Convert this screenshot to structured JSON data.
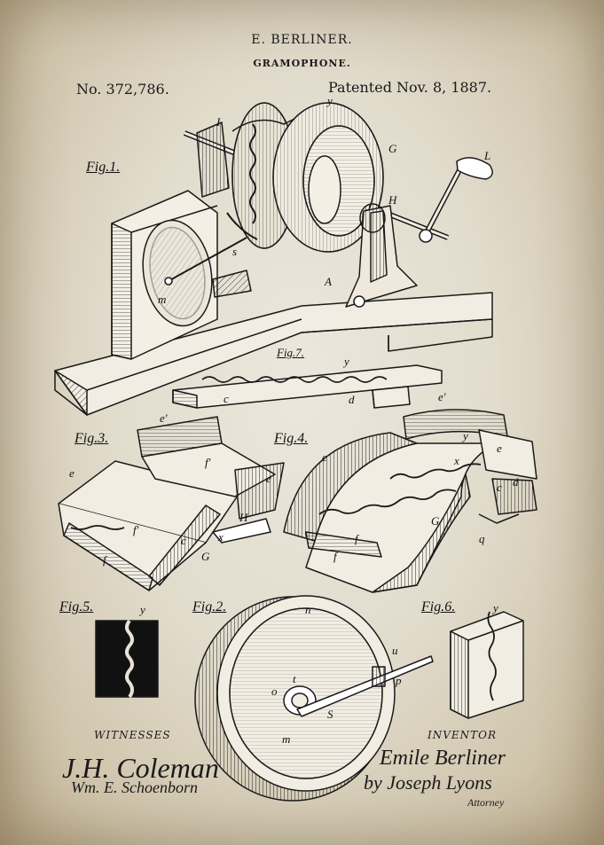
{
  "header": {
    "inventor_name": "E. BERLINER.",
    "title": "GRAMOPHONE.",
    "patent_number": "No. 372,786.",
    "patent_date": "Patented Nov. 8, 1887."
  },
  "figure_labels": {
    "fig1": "Fig.1.",
    "fig2": "Fig.2.",
    "fig3": "Fig.3.",
    "fig4": "Fig.4.",
    "fig5": "Fig.5.",
    "fig6": "Fig.6.",
    "fig7": "Fig.7."
  },
  "letters": {
    "f1_I": "I",
    "f1_y": "y",
    "f1_G": "G",
    "f1_L": "L",
    "f1_H": "H",
    "f1_s": "s",
    "f1_A": "A",
    "f1_m": "m",
    "f7_y": "y",
    "f7_c": "c",
    "f7_d": "d",
    "f3_e1": "e'",
    "f3_e": "e",
    "f3_f1": "f'",
    "f3_f1b": "f'",
    "f3_f": "f",
    "f3_G": "G",
    "f3_x": "x",
    "f3_H": "H",
    "f3_e2": "e",
    "f3_c": "c",
    "f4_e1": "e'",
    "f4_e": "e",
    "f4_y": "y",
    "f4_x": "x",
    "f4_c": "c",
    "f4_d": "d",
    "f4_f": "f",
    "f4_f2": "f",
    "f4_G": "G",
    "f4_e2": "e",
    "f4_q": "q",
    "f5_y": "y",
    "f2_n": "n",
    "f2_u": "u",
    "f2_t": "t",
    "f2_p": "p",
    "f2_o": "o",
    "f2_s": "S",
    "f2_m": "m",
    "f6_y": "y"
  },
  "footer": {
    "witnesses_heading": "WITNESSES",
    "witness_signature_1": "J.H. Coleman",
    "witness_signature_2": "Wm. E. Schoenborn",
    "inventor_heading": "INVENTOR",
    "inventor_signature": "Emile Berliner",
    "attorney_signature": "by Joseph Lyons",
    "attorney_caption": "Attorney"
  }
}
